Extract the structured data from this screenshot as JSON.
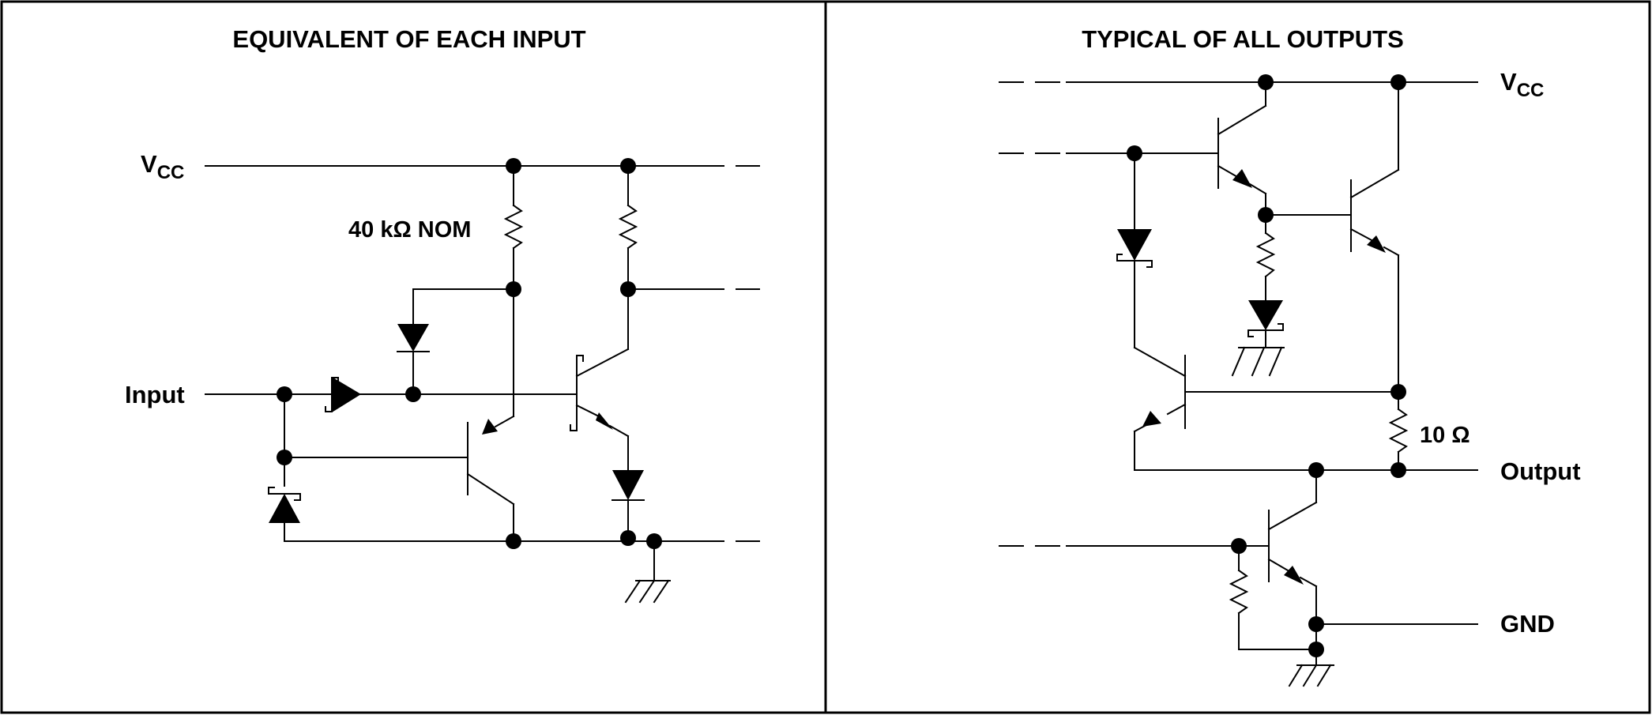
{
  "left_panel": {
    "title": "EQUIVALENT OF EACH INPUT",
    "vcc_label": "V",
    "vcc_sub": "CC",
    "input_label": "Input",
    "resistor_label": "40 kΩ NOM"
  },
  "right_panel": {
    "title": "TYPICAL OF ALL OUTPUTS",
    "vcc_label": "V",
    "vcc_sub": "CC",
    "output_label": "Output",
    "gnd_label": "GND",
    "resistor_label": "10 Ω"
  }
}
